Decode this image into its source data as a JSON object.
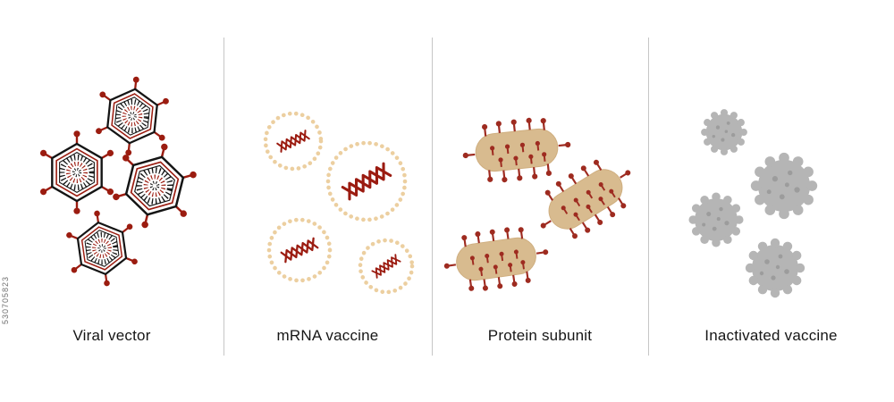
{
  "watermark": "530705823",
  "panels": [
    {
      "label": "Viral vector"
    },
    {
      "label": "mRNA vaccine"
    },
    {
      "label": "Protein subunit"
    },
    {
      "label": "Inactivated vaccine"
    }
  ],
  "colors": {
    "viral_capsid_red": "#9b1c10",
    "outline_black": "#141414",
    "lipid_bead_tan": "#eccfa0",
    "mrna_red": "#9b1b10",
    "protein_body_tan": "#d8bb8f",
    "protein_spike_red": "#9e2b20",
    "inactivated_gray": "#b5b5b5",
    "inactivated_spot_gray": "#9c9c9c",
    "divider_gray": "#c6c6c6"
  }
}
